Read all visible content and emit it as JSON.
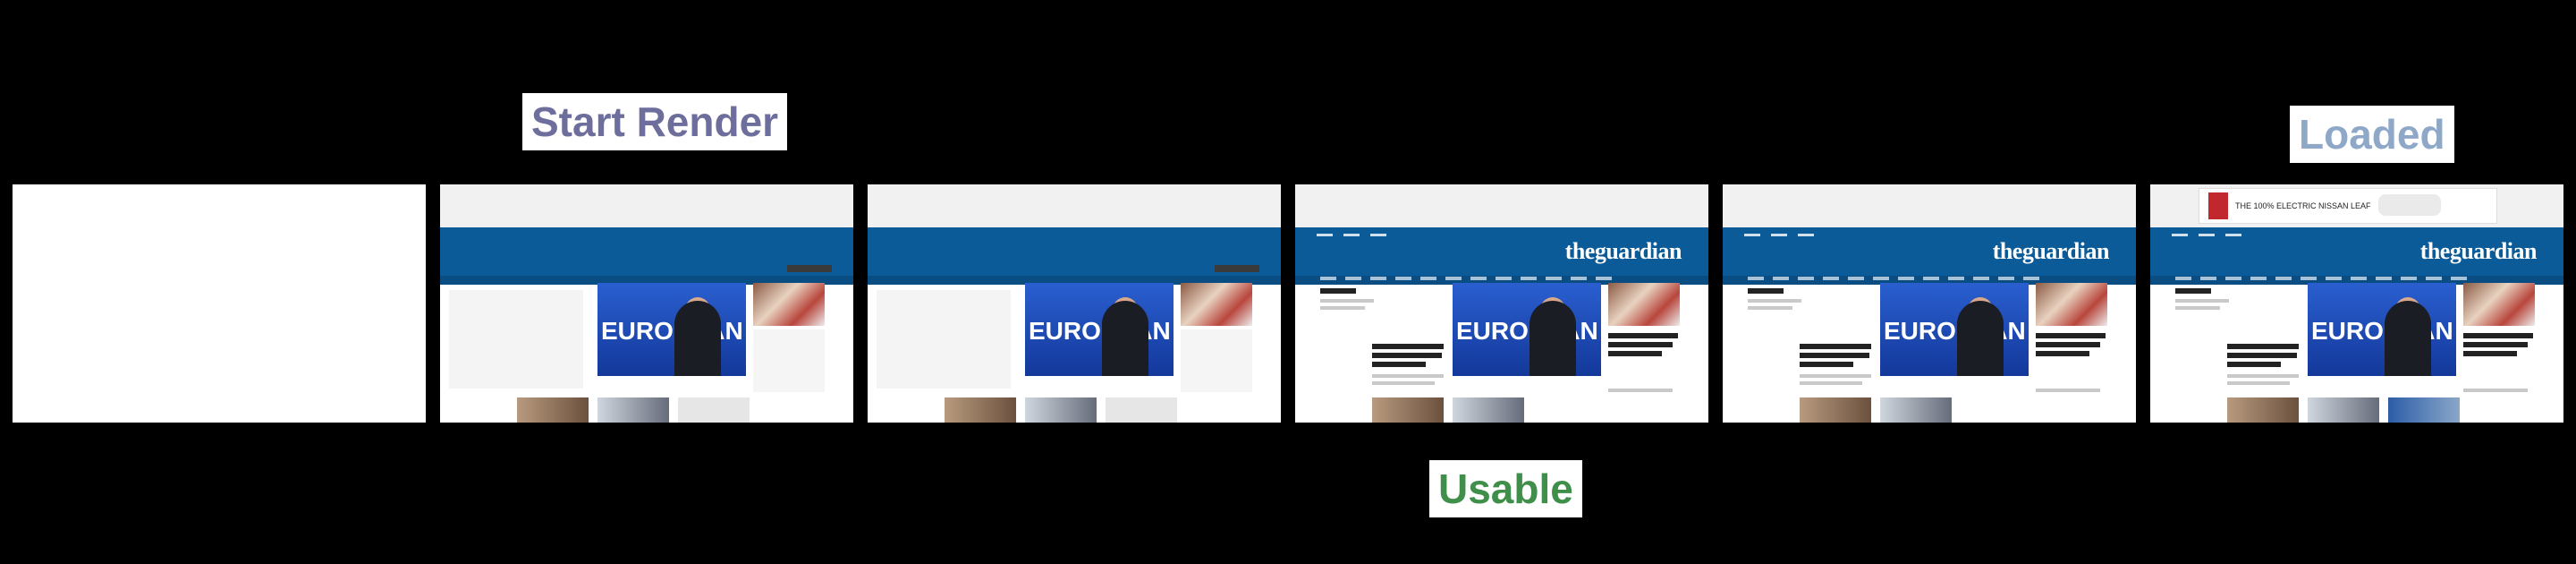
{
  "milestones": {
    "start_render": "Start Render",
    "usable": "Usable",
    "loaded": "Loaded"
  },
  "colors": {
    "background": "#000000",
    "start_render_text": "#6e6e9c",
    "usable_text": "#3f8f4a",
    "loaded_text": "#8fa8c8",
    "guardian_blue": "#0b5b98"
  },
  "frames": [
    {
      "state": "blank"
    },
    {
      "state": "partial"
    },
    {
      "state": "partial"
    },
    {
      "state": "full",
      "logo": "theguardian"
    },
    {
      "state": "full",
      "logo": "theguardian"
    },
    {
      "state": "full-with-ad",
      "logo": "theguardian",
      "hero_text": "EUROPEAN",
      "ad_text": "THE 100% ELECTRIC NISSAN LEAF"
    }
  ],
  "hero_text": "EUROPEAN"
}
